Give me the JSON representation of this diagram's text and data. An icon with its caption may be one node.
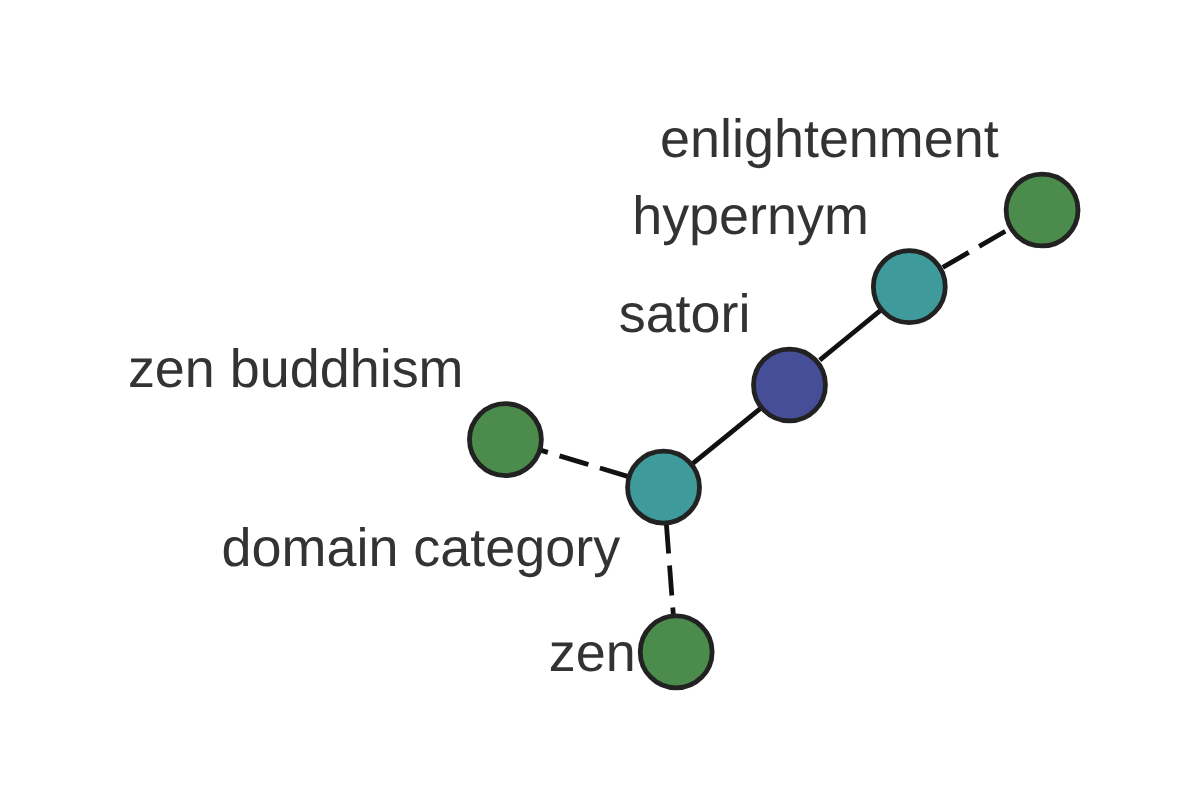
{
  "diagram": {
    "nodes": [
      {
        "text": [
          "enlightenment"
        ]
      },
      {
        "text": [
          "hypernym"
        ]
      },
      {
        "text": [
          "satori"
        ]
      },
      {
        "text": [
          "domain category"
        ]
      },
      {
        "text": [
          "zen buddhism"
        ]
      },
      {
        "text": [
          "zen"
        ]
      }
    ],
    "edges": [
      {
        "from": 1,
        "to": 0,
        "arrow": "none",
        "style": "dashed"
      },
      {
        "from": 2,
        "to": 1,
        "arrow": "none"
      },
      {
        "from": 2,
        "to": 3,
        "arrow": "none"
      },
      {
        "from": 3,
        "to": 4,
        "arrow": "none",
        "style": "dashed"
      },
      {
        "from": 3,
        "to": 5,
        "arrow": "none",
        "style": "dashed"
      }
    ]
  }
}
